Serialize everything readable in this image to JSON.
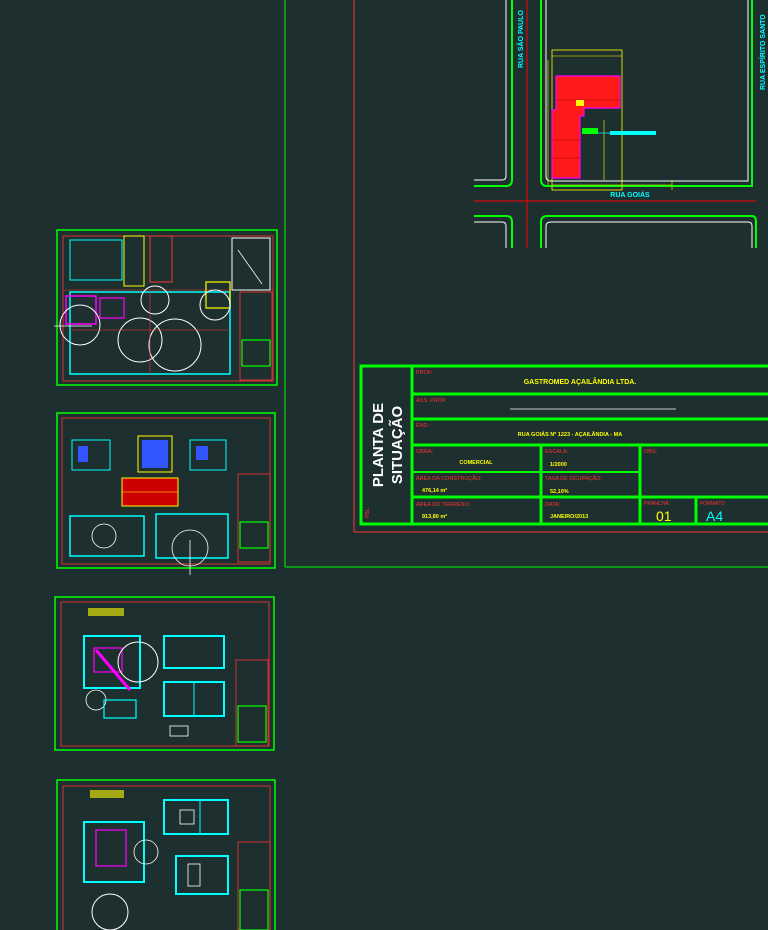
{
  "site_plan": {
    "street_left": "RUA SÃO PAULO",
    "street_bottom": "RUA GOIÁS",
    "street_right": "RUA ESPÍRITO SANTO"
  },
  "title_block": {
    "vertical_title_line1": "PLANTA DE",
    "vertical_title_line2": "SITUAÇÃO",
    "prop_label": "PROP.",
    "prop_value": "GASTROMED AÇAILÂNDIA LTDA.",
    "resp_label": "ASS. PROP.",
    "end_label": "END.:",
    "end_value": "RUA GOIÁS Nº 1223 - AÇAILÂNDIA - MA",
    "obra_label": "OBRA:",
    "obra_value": "COMERCIAL",
    "escala_label": "ESCALA:",
    "escala_value": "1/2000",
    "obs_label": "OBS:",
    "area_const_label": "ÁREA DA CONSTRUÇÃO:",
    "area_const_value": "476,14 m²",
    "taxa_label": "TAXA DE OCUPAÇÃO:",
    "taxa_value": "52,10%",
    "area_terreno_label": "ÁREA DO TERRENO:",
    "area_terreno_value": "913,80 m²",
    "data_label": "DATA:",
    "data_value": "JANEIRO/2013",
    "prancha_label": "PRANCHA:",
    "prancha_value": "01",
    "formato_label": "FORMATO:",
    "formato_value": "A4",
    "side_label": "PBL"
  },
  "colors": {
    "background": "#1d2f2e",
    "green": "#00ff00",
    "red": "#ff0000",
    "yellow": "#ffff00",
    "cyan": "#00ffff",
    "magenta": "#ff00ff",
    "white": "#ffffff"
  }
}
